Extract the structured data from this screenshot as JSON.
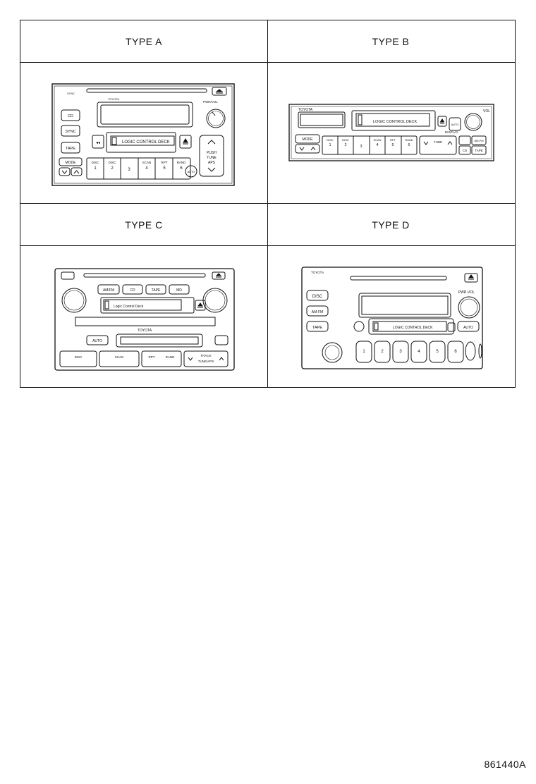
{
  "headers": {
    "type_a": "TYPE A",
    "type_b": "TYPE B",
    "type_c": "TYPE C",
    "type_d": "TYPE D"
  },
  "type_a": {
    "cd": "CD",
    "sync": "SYNC",
    "tape": "TAPE",
    "mode": "MODE",
    "brand": "TOYOTA",
    "pwr_vol": "PWR/VOL",
    "deck": "LOGIC CONTROL DECK",
    "preset1": "1",
    "preset2": "2",
    "preset3": "3",
    "preset4": "4",
    "preset5": "5",
    "preset6": "6",
    "disc": "DISC",
    "scan": "SCAN",
    "rpt": "RPT",
    "rand": "RAND",
    "tune": "TUNE",
    "auto": "AUTO"
  },
  "type_b": {
    "brand": "TOYOTA",
    "deck": "LOGIC CONTROL DECK",
    "mode": "MODE",
    "vol": "VOL",
    "display": "DISPLAY",
    "tune": "TUNE",
    "auto": "AUTO",
    "cd": "CD",
    "tape": "TAPE",
    "amfm": "AM-FM",
    "disc": "DISC",
    "scan": "SCAN",
    "rpt": "RPT",
    "rand": "RAND",
    "preset1": "1",
    "preset2": "2",
    "preset3": "3",
    "preset4": "4",
    "preset5": "5",
    "preset6": "6"
  },
  "type_c": {
    "amfm": "AM/FM",
    "cd": "CD",
    "tape": "TAPE",
    "md": "MD",
    "brand": "TOYOTA",
    "deck": "Logic Control Deck",
    "auto": "AUTO",
    "disc": "DISC",
    "scan": "SCAN",
    "rpt": "RPT",
    "rand": "RAND",
    "track": "TRACK",
    "tune": "TUNE/APS"
  },
  "type_d": {
    "brand": "TOYOTA",
    "disc": "DISC",
    "amfm": "AM-FM",
    "tape": "TAPE",
    "pwr_vol": "PWR·VOL",
    "auto": "AUTO",
    "deck": "LOGIC CONTROL DECK",
    "preset1": "1",
    "preset2": "2",
    "preset3": "3",
    "preset4": "4",
    "preset5": "5",
    "preset6": "6"
  },
  "diagram_id": "861440A"
}
